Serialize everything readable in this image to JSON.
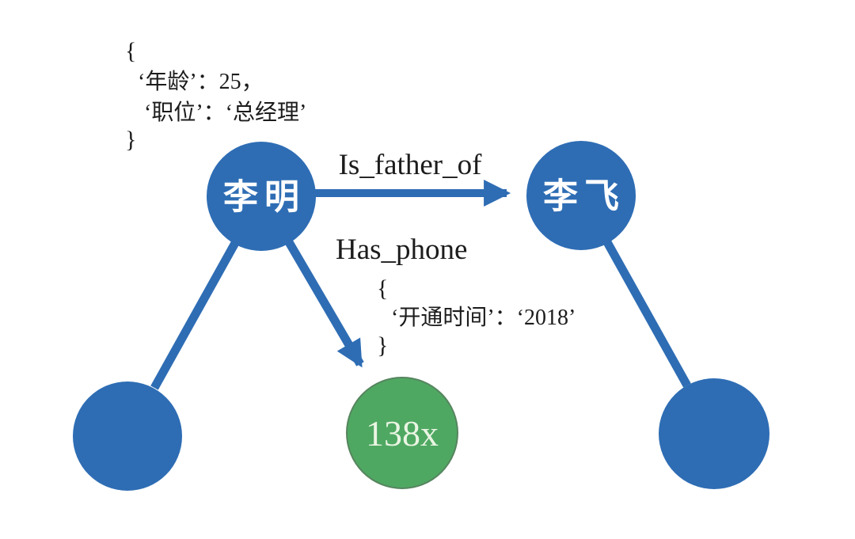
{
  "diagram": {
    "type": "knowledge-graph",
    "background": "#ffffff",
    "colors": {
      "node_blue": "#2E6DB4",
      "node_green": "#4FA862",
      "node_green_border": "#56855F",
      "edge_blue": "#2E6DB4",
      "annotation_text": "#1C1C1C",
      "node_label_white": "#FFFFFF",
      "phone_label_light_green": "#EAF5E3"
    },
    "nodes": {
      "li_ming": {
        "label": "李明"
      },
      "li_fei": {
        "label": "李飞"
      },
      "phone": {
        "label": "138x"
      },
      "left_unlabeled": {
        "label": ""
      },
      "right_unlabeled": {
        "label": ""
      }
    },
    "edges": {
      "is_father_of": {
        "label": "Is_father_of",
        "from": "li_ming",
        "to": "li_fei",
        "arrow": true
      },
      "has_phone": {
        "label": "Has_phone",
        "from": "li_ming",
        "to": "phone",
        "arrow": true
      },
      "li_ming_left": {
        "label": "",
        "from": "li_ming",
        "to": "left_unlabeled",
        "arrow": false
      },
      "li_fei_right": {
        "label": "",
        "from": "li_fei",
        "to": "right_unlabeled",
        "arrow": false
      }
    },
    "annotations": {
      "li_ming_properties": {
        "lines": [
          "{",
          "‘年龄’：25，",
          "‘职位’：‘总经理’",
          "}"
        ]
      },
      "has_phone_properties": {
        "lines": [
          "{",
          "‘开通时间’：‘2018’",
          "}"
        ]
      }
    }
  }
}
